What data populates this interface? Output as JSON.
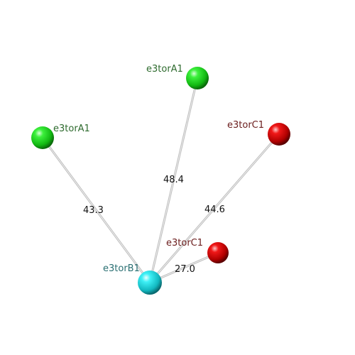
{
  "nodes": [
    {
      "id": "n1",
      "label": "e3torA1",
      "color": "#1fdc1f",
      "label_color": "#2e6b2e"
    },
    {
      "id": "n2",
      "label": "e3torA1",
      "color": "#1fdc1f",
      "label_color": "#2e6b2e"
    },
    {
      "id": "n3",
      "label": "e3torC1",
      "color": "#e00000",
      "label_color": "#6b1d1d"
    },
    {
      "id": "n4",
      "label": "e3torC1",
      "color": "#e00000",
      "label_color": "#6b1d1d"
    },
    {
      "id": "n5",
      "label": "e3torB1",
      "color": "#22e0e8",
      "label_color": "#2a6f72"
    }
  ],
  "edges": [
    {
      "id": "e1",
      "from": "n5",
      "to": "n2",
      "label": "43.3"
    },
    {
      "id": "e2",
      "from": "n5",
      "to": "n1",
      "label": "48.4"
    },
    {
      "id": "e3",
      "from": "n5",
      "to": "n3",
      "label": "44.6"
    },
    {
      "id": "e4",
      "from": "n5",
      "to": "n4",
      "label": "27.0"
    }
  ]
}
